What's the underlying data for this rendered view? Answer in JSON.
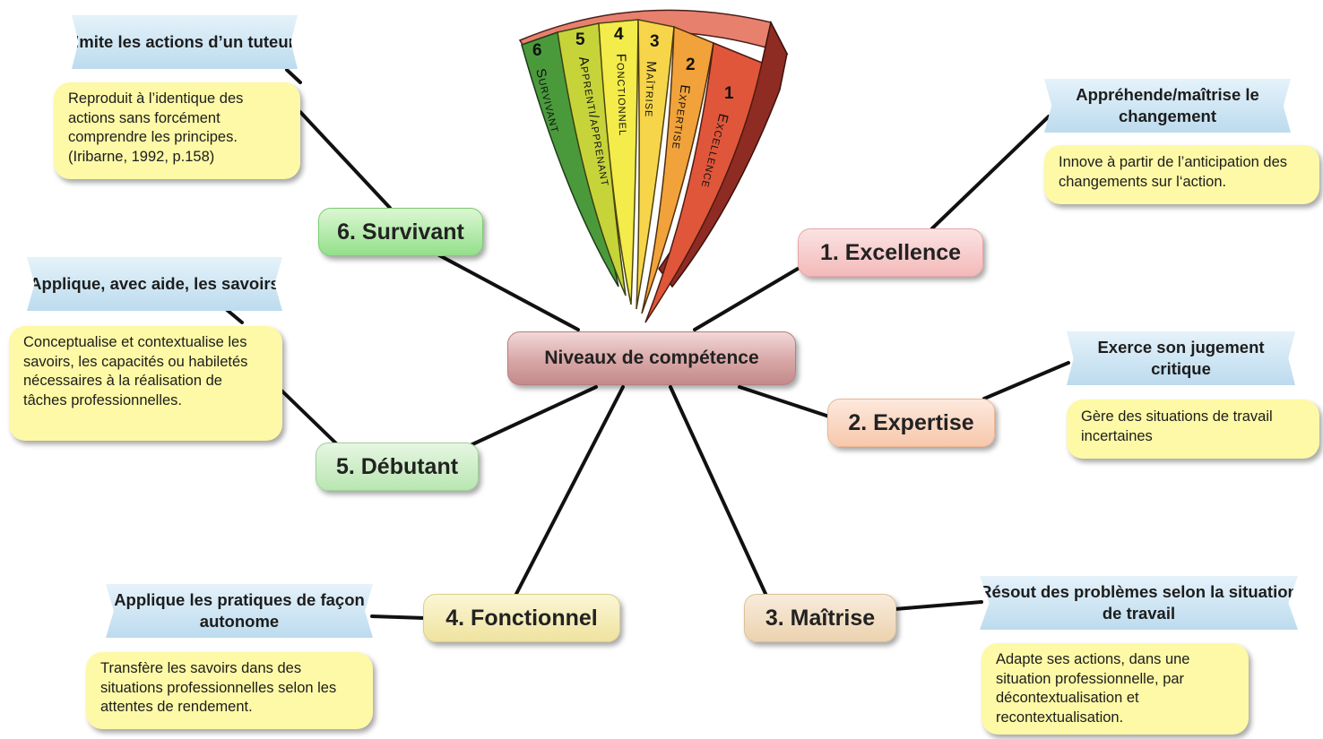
{
  "center": {
    "label": "Niveaux de compétence"
  },
  "levels": [
    {
      "label": "1. Excellence",
      "title": "Appréhende/maîtrise le changement",
      "description": "Innove à partir de l’anticipation des changements sur l‘action."
    },
    {
      "label": "2. Expertise",
      "title": "Exerce son jugement critique",
      "description": "Gère des situations de travail incertaines"
    },
    {
      "label": "3. Maîtrise",
      "title": "Résout des problèmes selon la situation de travail",
      "description": "Adapte ses actions, dans une situation professionnelle, par décontextualisation et recontextualisation."
    },
    {
      "label": "4. Fonctionnel",
      "title": "Applique les pratiques de façon autonome",
      "description": "Transfère les savoirs dans des situations professionnelles selon les attentes de rendement."
    },
    {
      "label": "5. Débutant",
      "title": "Applique, avec aide, les savoirs",
      "description": "Conceptualise et contextualise les savoirs, les capacités ou habiletés nécessaires à la réalisation de tâches professionnelles."
    },
    {
      "label": "6. Survivant",
      "title": "Imite les actions d’un tuteur",
      "description": "Reproduit à l’identique des actions sans forcément comprendre les principes. (Iribarne, 1992, p.158)"
    }
  ],
  "fan": {
    "bands": [
      {
        "number": "6",
        "label": "Survivant",
        "color": "#4a9a3c"
      },
      {
        "number": "5",
        "label": "Apprenti/apprenant",
        "color": "#c6d43a"
      },
      {
        "number": "4",
        "label": "Fonctionnel",
        "color": "#f3ec4a"
      },
      {
        "number": "3",
        "label": "Maîtrise",
        "color": "#f7d54a"
      },
      {
        "number": "2",
        "label": "Expertise",
        "color": "#f2a23a"
      },
      {
        "number": "1",
        "label": "Excellence",
        "color": "#e0563a"
      }
    ]
  }
}
